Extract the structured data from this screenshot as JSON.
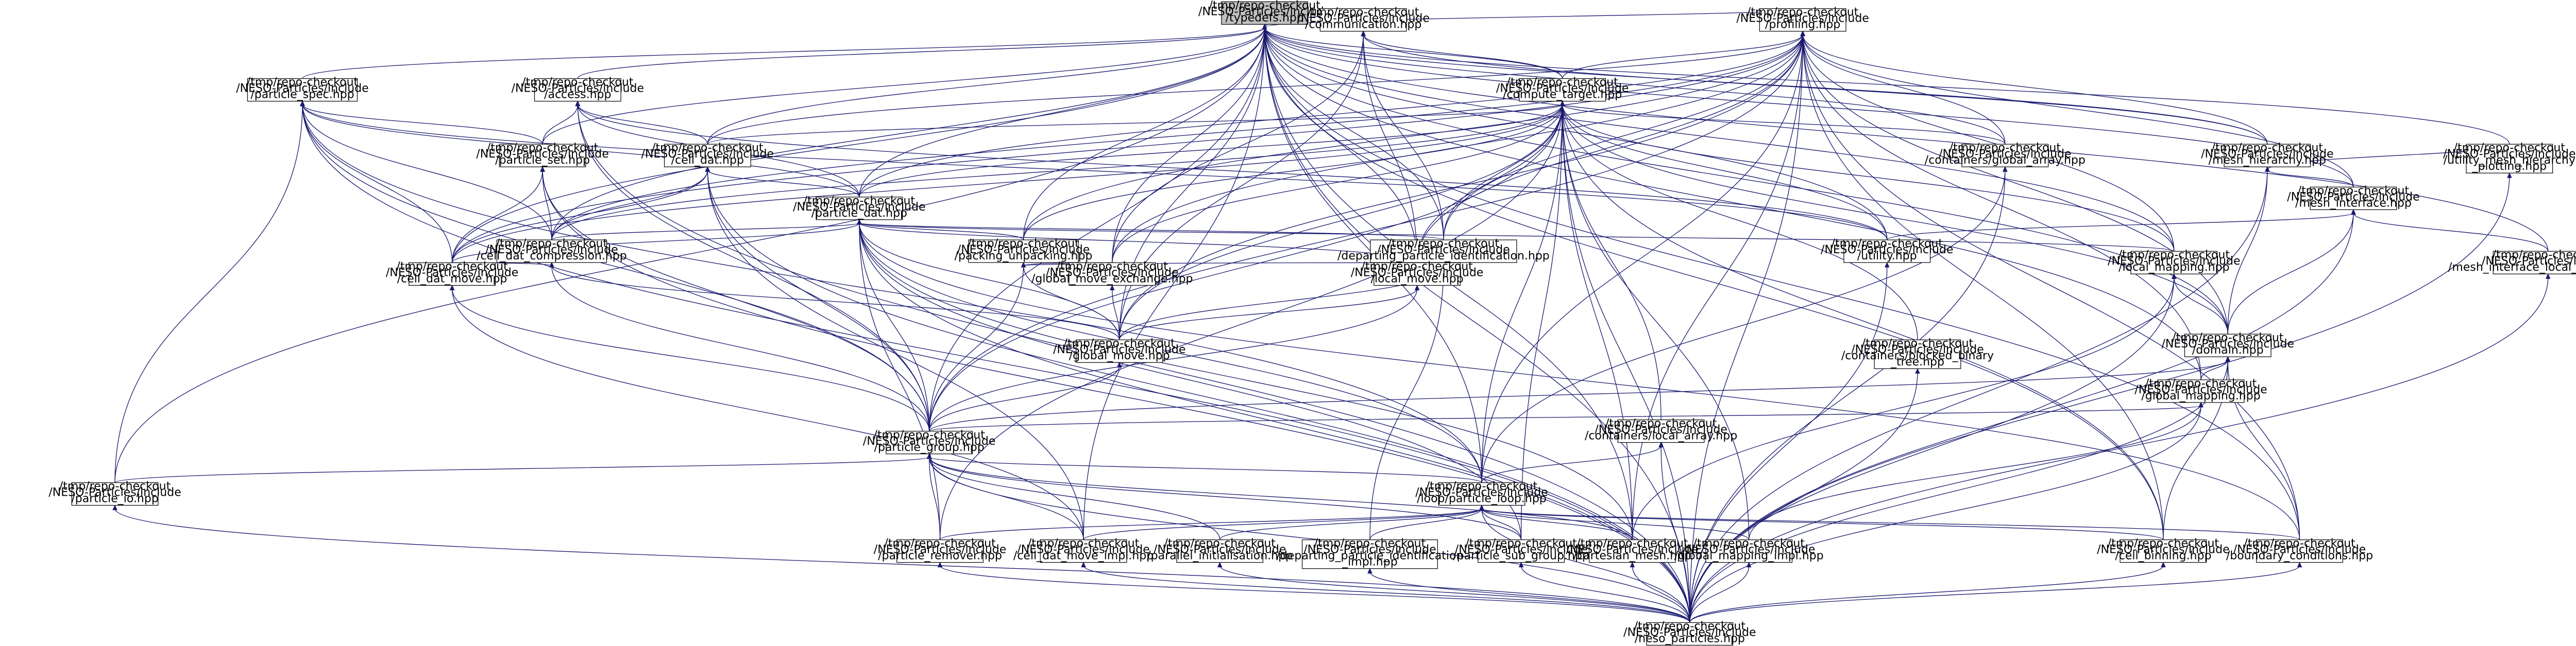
{
  "graph": {
    "root": "n0",
    "nodes": [
      {
        "id": "n0",
        "lines": [
          "/tmp/repo-checkout",
          "/NESO-Particles/include",
          "/typedefs.hpp"
        ]
      },
      {
        "id": "n1",
        "lines": [
          "/tmp/repo-checkout",
          "/NESO-Particles/include",
          "/communication.hpp"
        ]
      },
      {
        "id": "n2",
        "lines": [
          "/tmp/repo-checkout",
          "/NESO-Particles/include",
          "/profiling.hpp"
        ]
      },
      {
        "id": "n3",
        "lines": [
          "/tmp/repo-checkout",
          "/NESO-Particles/include",
          "/particle_spec.hpp"
        ]
      },
      {
        "id": "n4",
        "lines": [
          "/tmp/repo-checkout",
          "/NESO-Particles/include",
          "/access.hpp"
        ]
      },
      {
        "id": "n5",
        "lines": [
          "/tmp/repo-checkout",
          "/NESO-Particles/include",
          "/compute_target.hpp"
        ]
      },
      {
        "id": "n6",
        "lines": [
          "/tmp/repo-checkout",
          "/NESO-Particles/include",
          "/particle_set.hpp"
        ]
      },
      {
        "id": "n7",
        "lines": [
          "/tmp/repo-checkout",
          "/NESO-Particles/include",
          "/cell_dat.hpp"
        ]
      },
      {
        "id": "n8",
        "lines": [
          "/tmp/repo-checkout",
          "/NESO-Particles/include",
          "/containers/global_array.hpp"
        ]
      },
      {
        "id": "n9",
        "lines": [
          "/tmp/repo-checkout",
          "/NESO-Particles/include",
          "/mesh_hierarchy.hpp"
        ]
      },
      {
        "id": "n10",
        "lines": [
          "/tmp/repo-checkout",
          "/NESO-Particles/include",
          "/particle_dat.hpp"
        ]
      },
      {
        "id": "n11",
        "lines": [
          "/tmp/repo-checkout",
          "/NESO-Particles/include",
          "/mesh_interface.hpp"
        ]
      },
      {
        "id": "n12",
        "lines": [
          "/tmp/repo-checkout",
          "/NESO-Particles/include",
          "/utility_mesh_hierarchy",
          "_plotting.hpp"
        ]
      },
      {
        "id": "n13",
        "lines": [
          "/tmp/repo-checkout",
          "/NESO-Particles/include",
          "/cell_dat_compression.hpp"
        ]
      },
      {
        "id": "n14",
        "lines": [
          "/tmp/repo-checkout",
          "/NESO-Particles/include",
          "/packing_unpacking.hpp"
        ]
      },
      {
        "id": "n15",
        "lines": [
          "/tmp/repo-checkout",
          "/NESO-Particles/include",
          "/departing_particle_identification.hpp"
        ]
      },
      {
        "id": "n16",
        "lines": [
          "/tmp/repo-checkout",
          "/NESO-Particles/include",
          "/utility.hpp"
        ]
      },
      {
        "id": "n17",
        "lines": [
          "/tmp/repo-checkout",
          "/NESO-Particles/include",
          "/local_mapping.hpp"
        ]
      },
      {
        "id": "n18",
        "lines": [
          "/tmp/repo-checkout",
          "/NESO-Particles/include",
          "/mesh_interface_local_decomp.hpp"
        ]
      },
      {
        "id": "n19",
        "lines": [
          "/tmp/repo-checkout",
          "/NESO-Particles/include",
          "/cell_dat_move.hpp"
        ]
      },
      {
        "id": "n20",
        "lines": [
          "/tmp/repo-checkout",
          "/NESO-Particles/include",
          "/global_move_exchange.hpp"
        ]
      },
      {
        "id": "n21",
        "lines": [
          "/tmp/repo-checkout",
          "/NESO-Particles/include",
          "/local_move.hpp"
        ]
      },
      {
        "id": "n22",
        "lines": [
          "/tmp/repo-checkout",
          "/NESO-Particles/include",
          "/domain.hpp"
        ]
      },
      {
        "id": "n23",
        "lines": [
          "/tmp/repo-checkout",
          "/NESO-Particles/include",
          "/global_move.hpp"
        ]
      },
      {
        "id": "n24",
        "lines": [
          "/tmp/repo-checkout",
          "/NESO-Particles/include",
          "/containers/blocked_binary",
          "_tree.hpp"
        ]
      },
      {
        "id": "n25",
        "lines": [
          "/tmp/repo-checkout",
          "/NESO-Particles/include",
          "/global_mapping.hpp"
        ]
      },
      {
        "id": "n26",
        "lines": [
          "/tmp/repo-checkout",
          "/NESO-Particles/include",
          "/particle_group.hpp"
        ]
      },
      {
        "id": "n27",
        "lines": [
          "/tmp/repo-checkout",
          "/NESO-Particles/include",
          "/containers/local_array.hpp"
        ]
      },
      {
        "id": "n28",
        "lines": [
          "/tmp/repo-checkout",
          "/NESO-Particles/include",
          "/particle_io.hpp"
        ]
      },
      {
        "id": "n29",
        "lines": [
          "/tmp/repo-checkout",
          "/NESO-Particles/include",
          "/loop/particle_loop.hpp"
        ]
      },
      {
        "id": "n30",
        "lines": [
          "/tmp/repo-checkout",
          "/NESO-Particles/include",
          "/particle_remover.hpp"
        ]
      },
      {
        "id": "n31",
        "lines": [
          "/tmp/repo-checkout",
          "/NESO-Particles/include",
          "/cell_dat_move_impl.hpp"
        ]
      },
      {
        "id": "n32",
        "lines": [
          "/tmp/repo-checkout",
          "/NESO-Particles/include",
          "/parallel_initialisation.hpp"
        ]
      },
      {
        "id": "n33",
        "lines": [
          "/tmp/repo-checkout",
          "/NESO-Particles/include",
          "/departing_particle_identification",
          "_impl.hpp"
        ]
      },
      {
        "id": "n34",
        "lines": [
          "/tmp/repo-checkout",
          "/NESO-Particles/include",
          "/particle_sub_group.hpp"
        ]
      },
      {
        "id": "n35",
        "lines": [
          "/tmp/repo-checkout",
          "/NESO-Particles/include",
          "/cartesian_mesh.hpp"
        ]
      },
      {
        "id": "n36",
        "lines": [
          "/tmp/repo-checkout",
          "/NESO-Particles/include",
          "/global_mapping_impl.hpp"
        ]
      },
      {
        "id": "n37",
        "lines": [
          "/tmp/repo-checkout",
          "/NESO-Particles/include",
          "/cell_binning.hpp"
        ]
      },
      {
        "id": "n38",
        "lines": [
          "/tmp/repo-checkout",
          "/NESO-Particles/include",
          "/boundary_conditions.hpp"
        ]
      },
      {
        "id": "n39",
        "lines": [
          "/tmp/repo-checkout",
          "/NESO-Particles/include",
          "/neso_particles.hpp"
        ]
      }
    ],
    "edges": [
      [
        "n1",
        "n0"
      ],
      [
        "n2",
        "n0"
      ],
      [
        "n3",
        "n0"
      ],
      [
        "n4",
        "n0"
      ],
      [
        "n5",
        "n0"
      ],
      [
        "n6",
        "n0"
      ],
      [
        "n7",
        "n0"
      ],
      [
        "n8",
        "n0"
      ],
      [
        "n9",
        "n0"
      ],
      [
        "n10",
        "n0"
      ],
      [
        "n11",
        "n0"
      ],
      [
        "n12",
        "n0"
      ],
      [
        "n13",
        "n0"
      ],
      [
        "n14",
        "n0"
      ],
      [
        "n15",
        "n0"
      ],
      [
        "n16",
        "n0"
      ],
      [
        "n17",
        "n0"
      ],
      [
        "n18",
        "n0"
      ],
      [
        "n19",
        "n0"
      ],
      [
        "n20",
        "n0"
      ],
      [
        "n21",
        "n0"
      ],
      [
        "n22",
        "n0"
      ],
      [
        "n23",
        "n0"
      ],
      [
        "n25",
        "n0"
      ],
      [
        "n26",
        "n0"
      ],
      [
        "n28",
        "n0"
      ],
      [
        "n29",
        "n0"
      ],
      [
        "n31",
        "n0"
      ],
      [
        "n35",
        "n0"
      ],
      [
        "n37",
        "n0"
      ],
      [
        "n38",
        "n0"
      ],
      [
        "n39",
        "n0"
      ],
      [
        "n5",
        "n1"
      ],
      [
        "n9",
        "n1"
      ],
      [
        "n15",
        "n1"
      ],
      [
        "n20",
        "n1"
      ],
      [
        "n21",
        "n1"
      ],
      [
        "n23",
        "n1"
      ],
      [
        "n5",
        "n2"
      ],
      [
        "n7",
        "n2"
      ],
      [
        "n8",
        "n2"
      ],
      [
        "n9",
        "n2"
      ],
      [
        "n10",
        "n2"
      ],
      [
        "n11",
        "n2"
      ],
      [
        "n13",
        "n2"
      ],
      [
        "n14",
        "n2"
      ],
      [
        "n15",
        "n2"
      ],
      [
        "n17",
        "n2"
      ],
      [
        "n19",
        "n2"
      ],
      [
        "n20",
        "n2"
      ],
      [
        "n21",
        "n2"
      ],
      [
        "n22",
        "n2"
      ],
      [
        "n23",
        "n2"
      ],
      [
        "n25",
        "n2"
      ],
      [
        "n26",
        "n2"
      ],
      [
        "n29",
        "n2"
      ],
      [
        "n35",
        "n2"
      ],
      [
        "n37",
        "n2"
      ],
      [
        "n38",
        "n2"
      ],
      [
        "n39",
        "n2"
      ],
      [
        "n6",
        "n3"
      ],
      [
        "n10",
        "n3"
      ],
      [
        "n13",
        "n3"
      ],
      [
        "n19",
        "n3"
      ],
      [
        "n26",
        "n3"
      ],
      [
        "n28",
        "n3"
      ],
      [
        "n29",
        "n3"
      ],
      [
        "n16",
        "n3"
      ],
      [
        "n39",
        "n3"
      ],
      [
        "n6",
        "n4"
      ],
      [
        "n7",
        "n4"
      ],
      [
        "n10",
        "n4"
      ],
      [
        "n16",
        "n4"
      ],
      [
        "n26",
        "n4"
      ],
      [
        "n39",
        "n4"
      ],
      [
        "n7",
        "n5"
      ],
      [
        "n8",
        "n5"
      ],
      [
        "n10",
        "n5"
      ],
      [
        "n13",
        "n5"
      ],
      [
        "n14",
        "n5"
      ],
      [
        "n15",
        "n5"
      ],
      [
        "n16",
        "n5"
      ],
      [
        "n17",
        "n5"
      ],
      [
        "n19",
        "n5"
      ],
      [
        "n20",
        "n5"
      ],
      [
        "n21",
        "n5"
      ],
      [
        "n22",
        "n5"
      ],
      [
        "n23",
        "n5"
      ],
      [
        "n24",
        "n5"
      ],
      [
        "n26",
        "n5"
      ],
      [
        "n27",
        "n5"
      ],
      [
        "n29",
        "n5"
      ],
      [
        "n30",
        "n5"
      ],
      [
        "n34",
        "n5"
      ],
      [
        "n35",
        "n5"
      ],
      [
        "n36",
        "n5"
      ],
      [
        "n37",
        "n5"
      ],
      [
        "n39",
        "n5"
      ],
      [
        "n13",
        "n6"
      ],
      [
        "n19",
        "n6"
      ],
      [
        "n26",
        "n6"
      ],
      [
        "n39",
        "n6"
      ],
      [
        "n10",
        "n7"
      ],
      [
        "n13",
        "n7"
      ],
      [
        "n19",
        "n7"
      ],
      [
        "n26",
        "n7"
      ],
      [
        "n31",
        "n7"
      ],
      [
        "n39",
        "n7"
      ],
      [
        "n29",
        "n8"
      ],
      [
        "n39",
        "n8"
      ],
      [
        "n11",
        "n9"
      ],
      [
        "n12",
        "n9"
      ],
      [
        "n22",
        "n9"
      ],
      [
        "n39",
        "n9"
      ],
      [
        "n13",
        "n10"
      ],
      [
        "n14",
        "n10"
      ],
      [
        "n15",
        "n10"
      ],
      [
        "n17",
        "n10"
      ],
      [
        "n19",
        "n10"
      ],
      [
        "n21",
        "n10"
      ],
      [
        "n23",
        "n10"
      ],
      [
        "n26",
        "n10"
      ],
      [
        "n29",
        "n10"
      ],
      [
        "n30",
        "n10"
      ],
      [
        "n34",
        "n10"
      ],
      [
        "n35",
        "n10"
      ],
      [
        "n38",
        "n10"
      ],
      [
        "n39",
        "n10"
      ],
      [
        "n16",
        "n11"
      ],
      [
        "n18",
        "n11"
      ],
      [
        "n22",
        "n11"
      ],
      [
        "n39",
        "n11"
      ],
      [
        "n39",
        "n12"
      ],
      [
        "n19",
        "n13"
      ],
      [
        "n26",
        "n13"
      ],
      [
        "n23",
        "n13"
      ],
      [
        "n20",
        "n14"
      ],
      [
        "n21",
        "n14"
      ],
      [
        "n23",
        "n14"
      ],
      [
        "n26",
        "n14"
      ],
      [
        "n21",
        "n15"
      ],
      [
        "n23",
        "n15"
      ],
      [
        "n33",
        "n15"
      ],
      [
        "n39",
        "n16"
      ],
      [
        "n22",
        "n17"
      ],
      [
        "n35",
        "n17"
      ],
      [
        "n39",
        "n17"
      ],
      [
        "n39",
        "n18"
      ],
      [
        "n26",
        "n19"
      ],
      [
        "n31",
        "n19"
      ],
      [
        "n23",
        "n20"
      ],
      [
        "n23",
        "n21"
      ],
      [
        "n26",
        "n21"
      ],
      [
        "n25",
        "n22"
      ],
      [
        "n26",
        "n22"
      ],
      [
        "n37",
        "n22"
      ],
      [
        "n38",
        "n22"
      ],
      [
        "n39",
        "n22"
      ],
      [
        "n26",
        "n23"
      ],
      [
        "n39",
        "n24"
      ],
      [
        "n26",
        "n25"
      ],
      [
        "n36",
        "n25"
      ],
      [
        "n39",
        "n25"
      ],
      [
        "n28",
        "n26"
      ],
      [
        "n29",
        "n26"
      ],
      [
        "n30",
        "n26"
      ],
      [
        "n31",
        "n26"
      ],
      [
        "n32",
        "n26"
      ],
      [
        "n34",
        "n26"
      ],
      [
        "n35",
        "n26"
      ],
      [
        "n39",
        "n26"
      ],
      [
        "n29",
        "n27"
      ],
      [
        "n39",
        "n27"
      ],
      [
        "n39",
        "n28"
      ],
      [
        "n30",
        "n29"
      ],
      [
        "n31",
        "n29"
      ],
      [
        "n32",
        "n29"
      ],
      [
        "n33",
        "n29"
      ],
      [
        "n34",
        "n29"
      ],
      [
        "n35",
        "n29"
      ],
      [
        "n36",
        "n29"
      ],
      [
        "n37",
        "n29"
      ],
      [
        "n38",
        "n29"
      ],
      [
        "n39",
        "n29"
      ],
      [
        "n39",
        "n30"
      ],
      [
        "n39",
        "n31"
      ],
      [
        "n39",
        "n32"
      ],
      [
        "n39",
        "n33"
      ],
      [
        "n39",
        "n34"
      ],
      [
        "n39",
        "n35"
      ],
      [
        "n39",
        "n36"
      ],
      [
        "n39",
        "n37"
      ],
      [
        "n39",
        "n38"
      ]
    ]
  }
}
